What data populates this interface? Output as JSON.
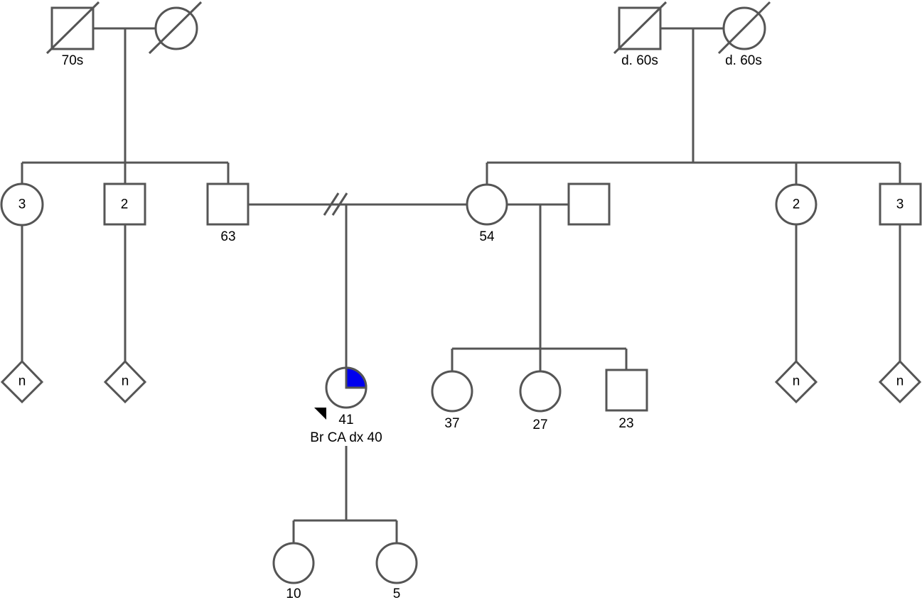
{
  "diagram": {
    "type": "pedigree",
    "accent_color": "#0000ee",
    "line_color": "#555555",
    "paternal_grandparents": {
      "grandfather": {
        "sex": "male",
        "deceased": true,
        "label": "70s"
      },
      "grandmother": {
        "sex": "female",
        "deceased": true,
        "label": ""
      }
    },
    "maternal_grandparents": {
      "grandfather": {
        "sex": "male",
        "deceased": true,
        "label": "d. 60s"
      },
      "grandmother": {
        "sex": "female",
        "deceased": true,
        "label": "d. 60s"
      }
    },
    "paternal_aunts_group": {
      "sex": "female",
      "count": "3",
      "children_label": "n"
    },
    "paternal_uncles_group": {
      "sex": "male",
      "count": "2",
      "children_label": "n"
    },
    "father": {
      "sex": "male",
      "label": "63"
    },
    "mother": {
      "sex": "female",
      "label": "54"
    },
    "parents_relationship": "divorced",
    "mothers_partner": {
      "sex": "male",
      "label": ""
    },
    "maternal_aunts_group": {
      "sex": "female",
      "count": "2",
      "children_label": "n"
    },
    "maternal_uncles_group": {
      "sex": "male",
      "count": "3",
      "children_label": "n"
    },
    "proband": {
      "sex": "female",
      "age": "41",
      "condition": "Br CA dx 40",
      "affected_quadrant": "upper-right",
      "is_proband": true
    },
    "half_siblings": [
      {
        "sex": "female",
        "label": "37"
      },
      {
        "sex": "female",
        "label": "27"
      },
      {
        "sex": "male",
        "label": "23"
      }
    ],
    "proband_children": [
      {
        "sex": "female",
        "label": "10"
      },
      {
        "sex": "female",
        "label": "5"
      }
    ]
  }
}
